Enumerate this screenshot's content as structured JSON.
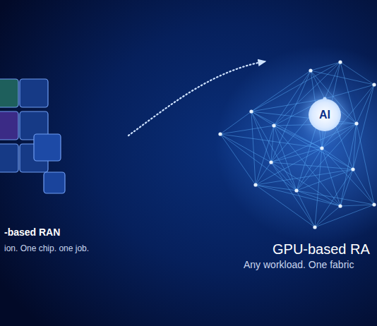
{
  "diagram": {
    "nodes": [
      {
        "text": [
          "AI"
        ]
      }
    ],
    "labels": [
      "-based RAN",
      "ion. One chip. one job.",
      "GPU-based RA",
      "Any workload. One fabric"
    ]
  }
}
